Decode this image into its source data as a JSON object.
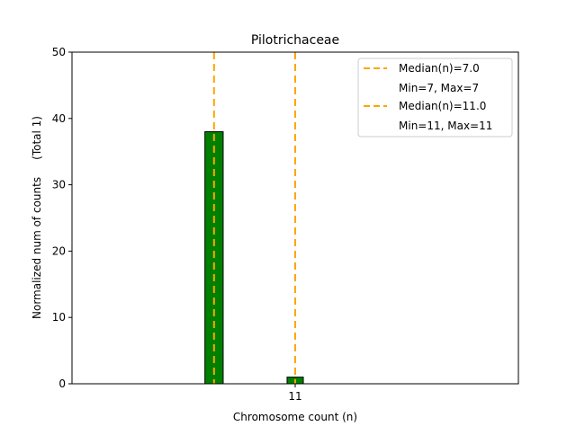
{
  "chart_data": {
    "type": "bar",
    "title": "Pilotrichaceae",
    "xlabel": "Chromosome count (n)",
    "ylabel": "Normalized num of counts     (Total 1)",
    "xlim": [
      0,
      22
    ],
    "ylim": [
      0,
      50
    ],
    "x_ticks": [
      11
    ],
    "x_tick_labels": [
      "11"
    ],
    "y_ticks": [
      0,
      10,
      20,
      30,
      40,
      50
    ],
    "y_tick_labels": [
      "0",
      "10",
      "20",
      "30",
      "40",
      "50"
    ],
    "bars": [
      {
        "x": 7,
        "value": 38,
        "width": 0.9
      },
      {
        "x": 11,
        "value": 1,
        "width": 0.8
      }
    ],
    "bar_color": "#008000",
    "bar_edge_color": "#000000",
    "median_lines": [
      {
        "x": 7.0,
        "color": "#FFA500"
      },
      {
        "x": 11.0,
        "color": "#FFA500"
      }
    ],
    "legend": {
      "placement": "top-right",
      "entries": [
        {
          "label": "Median(n)=7.0",
          "sublabel": "Min=7, Max=7",
          "color": "#FFA500"
        },
        {
          "label": "Median(n)=11.0",
          "sublabel": "Min=11, Max=11",
          "color": "#FFA500"
        }
      ]
    },
    "grid": false
  }
}
